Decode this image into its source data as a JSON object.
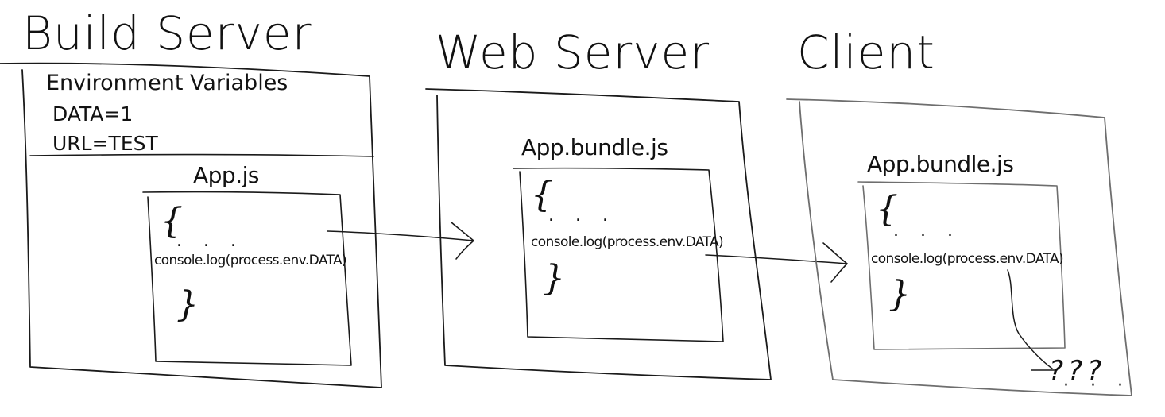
{
  "stages": [
    {
      "title": "Build Server",
      "env_heading": "Environment Variables",
      "env_vars": [
        "DATA=1",
        "URL=TEST"
      ],
      "file": "App.js",
      "code": {
        "open": "{",
        "ellipsis": ". . .",
        "statement": "console.log(process.env.DATA)",
        "close": "}"
      }
    },
    {
      "title": "Web Server",
      "file": "App.bundle.js",
      "code": {
        "open": "{",
        "ellipsis": ". . .",
        "statement": "console.log(process.env.DATA)",
        "close": "}"
      }
    },
    {
      "title": "Client",
      "file": "App.bundle.js",
      "code": {
        "open": "{",
        "ellipsis": ". . .",
        "statement": "console.log(process.env.DATA)",
        "close": "}"
      },
      "output": "???"
    }
  ]
}
